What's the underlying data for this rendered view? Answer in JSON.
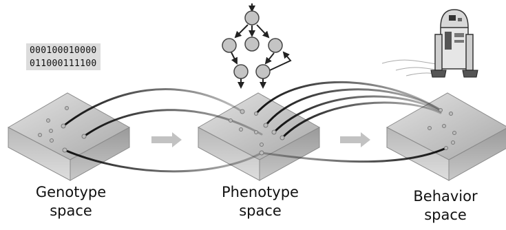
{
  "genome": {
    "lines": [
      "000100010000",
      "011000111100"
    ]
  },
  "spaces": [
    {
      "line1": "Genotype",
      "line2": "space"
    },
    {
      "line1": "Phenotype",
      "line2": "space"
    },
    {
      "line1": "Behavior",
      "line2": "space"
    }
  ],
  "icons": {
    "network": "neural-network-graph-icon",
    "robot": "robot-icon",
    "arrow": "right-arrow-icon"
  },
  "colors": {
    "slab_top": "#c4c4c4",
    "slab_side": "#a8a8a8",
    "curve": "#111111",
    "arrow": "#bdbdbd"
  }
}
